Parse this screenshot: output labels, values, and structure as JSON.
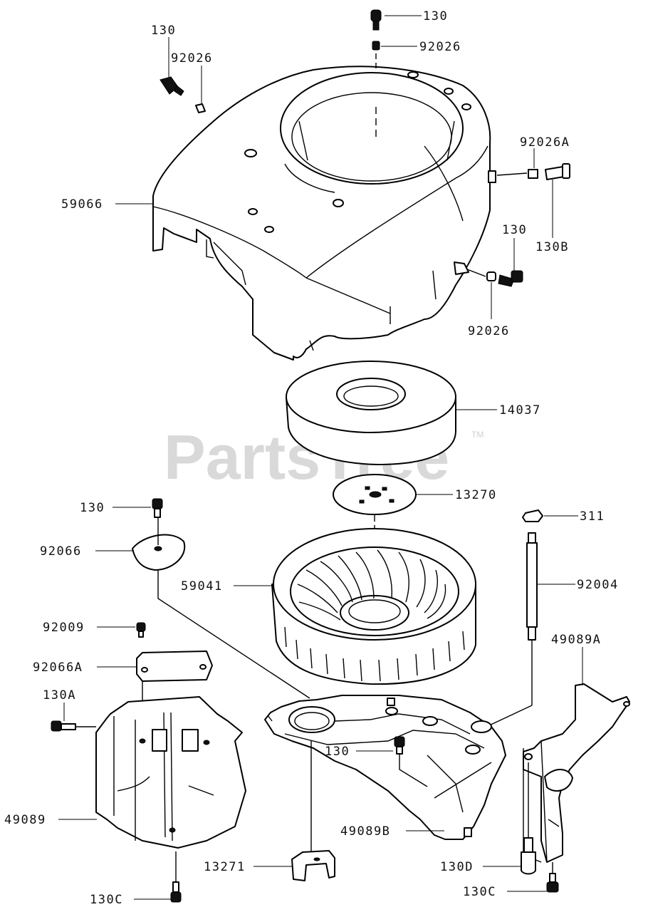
{
  "watermark": {
    "text": "PartsTree",
    "trademark": "TM"
  },
  "callouts": [
    {
      "id": "c01",
      "label": "130"
    },
    {
      "id": "c02",
      "label": "92026"
    },
    {
      "id": "c03",
      "label": "130"
    },
    {
      "id": "c04",
      "label": "92026"
    },
    {
      "id": "c05",
      "label": "92026A"
    },
    {
      "id": "c06",
      "label": "59066"
    },
    {
      "id": "c07",
      "label": "130"
    },
    {
      "id": "c08",
      "label": "130B"
    },
    {
      "id": "c09",
      "label": "92026"
    },
    {
      "id": "c10",
      "label": "14037"
    },
    {
      "id": "c11",
      "label": "13270"
    },
    {
      "id": "c12",
      "label": "130"
    },
    {
      "id": "c13",
      "label": "311"
    },
    {
      "id": "c14",
      "label": "92066"
    },
    {
      "id": "c15",
      "label": "59041"
    },
    {
      "id": "c16",
      "label": "92004"
    },
    {
      "id": "c17",
      "label": "92009"
    },
    {
      "id": "c18",
      "label": "49089A"
    },
    {
      "id": "c19",
      "label": "92066A"
    },
    {
      "id": "c20",
      "label": "130A"
    },
    {
      "id": "c21",
      "label": "130"
    },
    {
      "id": "c22",
      "label": "49089"
    },
    {
      "id": "c23",
      "label": "49089B"
    },
    {
      "id": "c24",
      "label": "13271"
    },
    {
      "id": "c25",
      "label": "130D"
    },
    {
      "id": "c26",
      "label": "130C"
    },
    {
      "id": "c27",
      "label": "130C"
    }
  ]
}
